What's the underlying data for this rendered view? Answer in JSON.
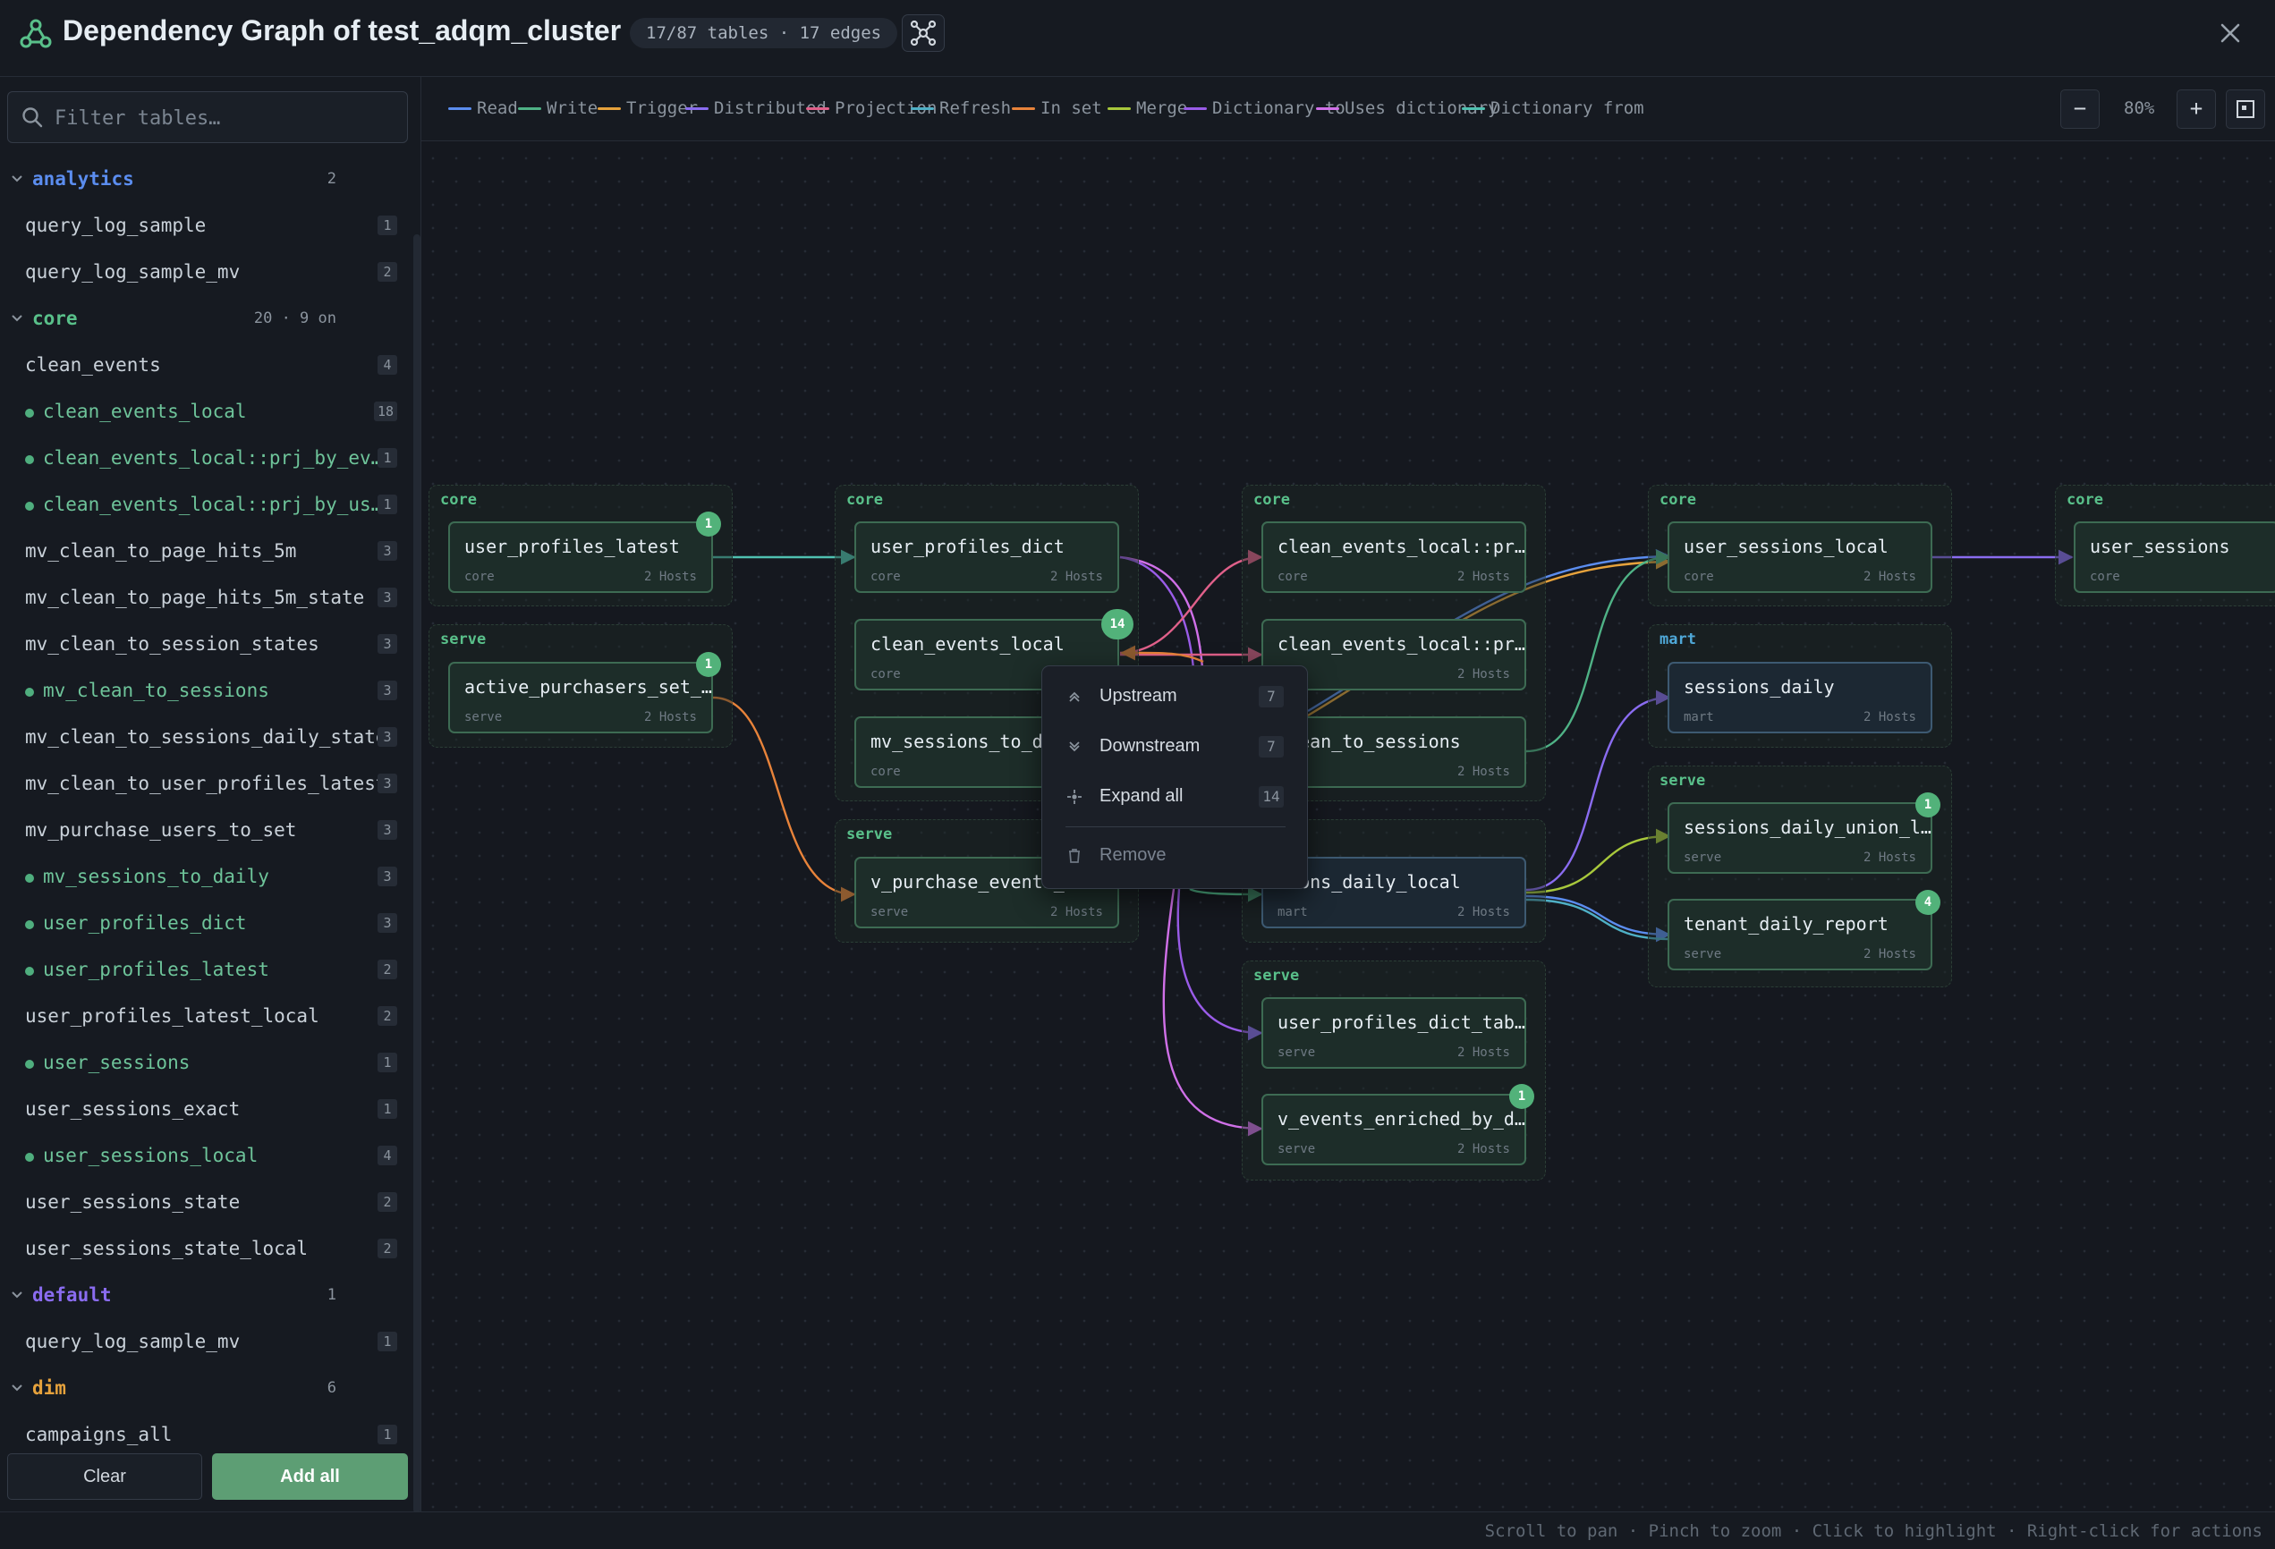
{
  "header": {
    "title": "Dependency Graph of test_adqm_cluster",
    "stats": "17/87 tables · 17 edges"
  },
  "sidebar": {
    "filter_placeholder": "Filter tables…",
    "groups": [
      {
        "name": "analytics",
        "count": "2",
        "color": "#5b8def",
        "items": [
          {
            "label": "query_log_sample",
            "badge": "1",
            "on": false
          },
          {
            "label": "query_log_sample_mv",
            "badge": "2",
            "on": false
          }
        ]
      },
      {
        "name": "core",
        "count": "20 · 9 on",
        "color": "#59c08a",
        "items": [
          {
            "label": "clean_events",
            "badge": "4",
            "on": false
          },
          {
            "label": "clean_events_local",
            "badge": "18",
            "on": true
          },
          {
            "label": "clean_events_local::prj_by_ev…",
            "badge": "1",
            "on": true
          },
          {
            "label": "clean_events_local::prj_by_us…",
            "badge": "1",
            "on": true
          },
          {
            "label": "mv_clean_to_page_hits_5m",
            "badge": "3",
            "on": false
          },
          {
            "label": "mv_clean_to_page_hits_5m_state",
            "badge": "3",
            "on": false
          },
          {
            "label": "mv_clean_to_session_states",
            "badge": "3",
            "on": false
          },
          {
            "label": "mv_clean_to_sessions",
            "badge": "3",
            "on": true
          },
          {
            "label": "mv_clean_to_sessions_daily_state",
            "badge": "3",
            "on": false
          },
          {
            "label": "mv_clean_to_user_profiles_latest",
            "badge": "3",
            "on": false
          },
          {
            "label": "mv_purchase_users_to_set",
            "badge": "3",
            "on": false
          },
          {
            "label": "mv_sessions_to_daily",
            "badge": "3",
            "on": true
          },
          {
            "label": "user_profiles_dict",
            "badge": "3",
            "on": true
          },
          {
            "label": "user_profiles_latest",
            "badge": "2",
            "on": true
          },
          {
            "label": "user_profiles_latest_local",
            "badge": "2",
            "on": false
          },
          {
            "label": "user_sessions",
            "badge": "1",
            "on": true
          },
          {
            "label": "user_sessions_exact",
            "badge": "1",
            "on": false
          },
          {
            "label": "user_sessions_local",
            "badge": "4",
            "on": true
          },
          {
            "label": "user_sessions_state",
            "badge": "2",
            "on": false
          },
          {
            "label": "user_sessions_state_local",
            "badge": "2",
            "on": false
          }
        ]
      },
      {
        "name": "default",
        "count": "1",
        "color": "#8a6cf0",
        "items": [
          {
            "label": "query_log_sample_mv",
            "badge": "1",
            "on": false
          }
        ]
      },
      {
        "name": "dim",
        "count": "6",
        "color": "#e6a23c",
        "items": [
          {
            "label": "campaigns_all",
            "badge": "1",
            "on": false
          }
        ]
      }
    ],
    "clear_label": "Clear",
    "add_all_label": "Add all"
  },
  "legend": [
    {
      "label": "Read",
      "color": "#5b8def"
    },
    {
      "label": "Write",
      "color": "#4fb286"
    },
    {
      "label": "Trigger",
      "color": "#e6a23c"
    },
    {
      "label": "Distributed",
      "color": "#8a6cf0"
    },
    {
      "label": "Projection",
      "color": "#e0608a"
    },
    {
      "label": "Refresh",
      "color": "#4fb0c6"
    },
    {
      "label": "In set",
      "color": "#e8833a"
    },
    {
      "label": "Merge",
      "color": "#a8c83c"
    },
    {
      "label": "Dictionary to",
      "color": "#9a5ce8"
    },
    {
      "label": "Uses dictionary",
      "color": "#d070e8"
    },
    {
      "label": "Dictionary from",
      "color": "#4fc0b0"
    }
  ],
  "zoom": {
    "level": "80%"
  },
  "graph": {
    "groups": [
      {
        "id": "g1",
        "label": "core",
        "color": "#59c08a"
      },
      {
        "id": "g2",
        "label": "serve",
        "color": "#59c08a"
      },
      {
        "id": "g3",
        "label": "core",
        "color": "#59c08a"
      },
      {
        "id": "g4",
        "label": "serve",
        "color": "#59c08a"
      },
      {
        "id": "g5",
        "label": "core",
        "color": "#59c08a"
      },
      {
        "id": "g6",
        "label": "serve",
        "color": "#59c08a"
      },
      {
        "id": "g7",
        "label": "core",
        "color": "#59c08a"
      },
      {
        "id": "g8",
        "label": "mart",
        "color": "#4fa8d8"
      },
      {
        "id": "g9",
        "label": "serve",
        "color": "#59c08a"
      },
      {
        "id": "g10",
        "label": "core",
        "color": "#59c08a"
      }
    ],
    "nodes": [
      {
        "id": "n1",
        "name": "user_profiles_latest",
        "db": "core",
        "hosts": "2 Hosts",
        "badge": "1"
      },
      {
        "id": "n2",
        "name": "active_purchasers_set_…",
        "db": "serve",
        "hosts": "2 Hosts",
        "badge": "1"
      },
      {
        "id": "n3",
        "name": "user_profiles_dict",
        "db": "core",
        "hosts": "2 Hosts",
        "badge": ""
      },
      {
        "id": "n4",
        "name": "clean_events_local",
        "db": "core",
        "hosts": "",
        "badge": "14"
      },
      {
        "id": "n5",
        "name": "mv_sessions_to_dai",
        "db": "core",
        "hosts": "",
        "badge": ""
      },
      {
        "id": "n6",
        "name": "v_purchase_events_c",
        "db": "serve",
        "hosts": "2 Hosts",
        "badge": ""
      },
      {
        "id": "n7",
        "name": "clean_events_local::pr…",
        "db": "core",
        "hosts": "2 Hosts",
        "badge": ""
      },
      {
        "id": "n8",
        "name": "clean_events_local::pr…",
        "db": "",
        "hosts": "2 Hosts",
        "badge": ""
      },
      {
        "id": "n9",
        "name": "clean_to_sessions",
        "db": "",
        "hosts": "2 Hosts",
        "badge": ""
      },
      {
        "id": "n10",
        "name": "sions_daily_local",
        "db": "mart",
        "hosts": "2 Hosts",
        "badge": ""
      },
      {
        "id": "n11",
        "name": "user_profiles_dict_tab…",
        "db": "serve",
        "hosts": "2 Hosts",
        "badge": ""
      },
      {
        "id": "n12",
        "name": "v_events_enriched_by_d…",
        "db": "serve",
        "hosts": "2 Hosts",
        "badge": "1"
      },
      {
        "id": "n13",
        "name": "user_sessions_local",
        "db": "core",
        "hosts": "2 Hosts",
        "badge": ""
      },
      {
        "id": "n14",
        "name": "sessions_daily",
        "db": "mart",
        "hosts": "2 Hosts",
        "badge": ""
      },
      {
        "id": "n15",
        "name": "sessions_daily_union_l…",
        "db": "serve",
        "hosts": "2 Hosts",
        "badge": "1"
      },
      {
        "id": "n16",
        "name": "tenant_daily_report",
        "db": "serve",
        "hosts": "2 Hosts",
        "badge": "4"
      },
      {
        "id": "n17",
        "name": "user_sessions",
        "db": "core",
        "hosts": "",
        "badge": ""
      }
    ]
  },
  "context_menu": {
    "upstream": {
      "label": "Upstream",
      "count": "7"
    },
    "downstream": {
      "label": "Downstream",
      "count": "7"
    },
    "expand_all": {
      "label": "Expand all",
      "count": "14"
    },
    "remove": {
      "label": "Remove"
    }
  },
  "status": "Scroll to pan · Pinch to zoom · Click to highlight · Right-click for actions"
}
